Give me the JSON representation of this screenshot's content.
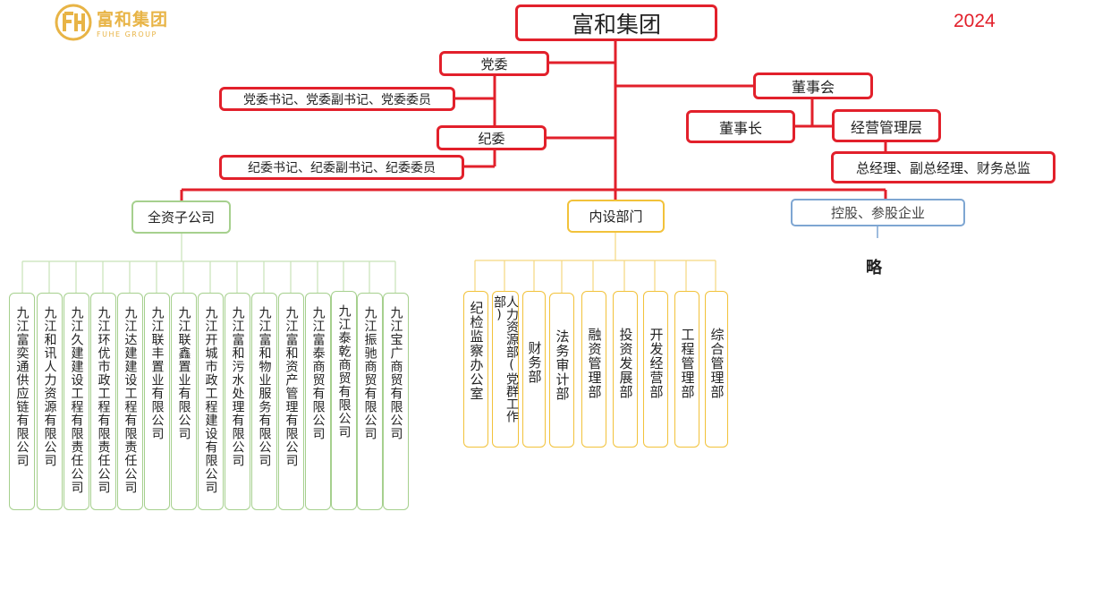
{
  "logo": {
    "name_cn": "富和集团",
    "name_en": "FUHE GROUP",
    "icon": "fh-monogram-icon",
    "color": "#e8b446"
  },
  "year": "2024",
  "root": "富和集团",
  "party": {
    "committee": "党委",
    "committee_members": "党委书记、党委副书记、党委委员",
    "discipline": "纪委",
    "discipline_members": "纪委书记、纪委副书记、纪委委员"
  },
  "board": {
    "title": "董事会",
    "chairman": "董事长",
    "management": "经营管理层",
    "management_members": "总经理、副总经理、财务总监"
  },
  "branches": {
    "wholly_owned": "全资子公司",
    "internal": "内设部门",
    "holdings": "控股、参股企业",
    "holdings_note": "略"
  },
  "subsidiaries": [
    "九江富奕通供应链有限公司",
    "九江和讯人力资源有限公司",
    "九江久建建设工程有限责任公司",
    "九江环优市政工程有限责任公司",
    "九江达建建设工程有限责任公司",
    "九江联丰置业有限公司",
    "九江联鑫置业有限公司",
    "九江开城市政工程建设有限公司",
    "九江富和污水处理有限公司",
    "九江富和物业服务有限公司",
    "九江富和资产管理有限公司",
    "九江富泰商贸有限公司",
    "九江泰乾商贸有限公司",
    "九江振驰商贸有限公司",
    "九江宝广商贸有限公司"
  ],
  "departments": [
    "纪检监察办公室",
    "人力资源部(党群工作部)",
    "财务部",
    "法务审计部",
    "融资管理部",
    "投资发展部",
    "开发经营部",
    "工程管理部",
    "综合管理部"
  ],
  "colors": {
    "red": "#e2202b",
    "green": "#a6d08e",
    "yellow": "#f2c23a",
    "blue": "#7ea6d2"
  }
}
